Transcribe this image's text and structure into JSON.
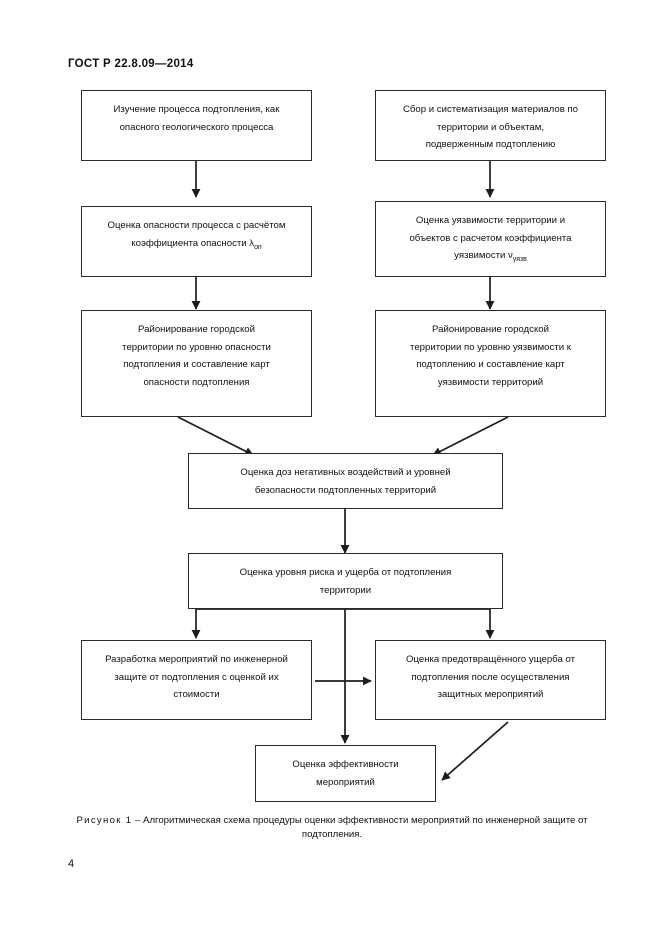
{
  "document": {
    "standard_header": "ГОСТ Р 22.8.09—2014",
    "page_number": "4"
  },
  "figure": {
    "caption_label": "Рисунок 1",
    "caption_dash": "–",
    "caption_text": "Алгоритмическая схема процедуры оценки эффективности мероприятий по инженерной защите от подтопления.",
    "caption_full": "Рисунок 1 – Алгоритмическая схема процедуры оценки эффективности мероприятий по инженерной защите от подтопления."
  },
  "flowchart": {
    "type": "flowchart",
    "stroke_color": "#2b2b2b",
    "fill_color": "#ffffff",
    "nodes": [
      {
        "id": "study-process",
        "text": "Изучение процесса подтопления, как\nопасного геологического процесса"
      },
      {
        "id": "collect-materials",
        "text": "Сбор и систематизация материалов по\nтерритории и объектам,\nподверженным подтоплению"
      },
      {
        "id": "hazard-assessment",
        "text_before": "Оценка опасности процесса с расчётом\nкоэффициента опасности λ",
        "subscript": "оп",
        "text_after": ""
      },
      {
        "id": "vulnerability-assessment",
        "text_before": "Оценка уязвимости территории и\nобъектов с расчетом коэффициента\nуязвимости ν",
        "subscript": "уязв",
        "text_after": ""
      },
      {
        "id": "hazard-zoning",
        "text": "Районирование городской\nтерритории по уровню опасности\nподтопления и составление карт\nопасности подтопления"
      },
      {
        "id": "vulnerability-zoning",
        "text": "Районирование городской\nтерритории по уровню уязвимости к\nподтоплению и составление карт\nуязвимости территорий"
      },
      {
        "id": "dose-safety-assessment",
        "text": "Оценка доз негативных воздействий и уровней\nбезопасности подтопленных территорий"
      },
      {
        "id": "risk-damage-assessment",
        "text": "Оценка уровня риска и ущерба от подтопления\nтерритории"
      },
      {
        "id": "protection-measures",
        "text": "Разработка мероприятий по инженерной\nзащите от подтопления с оценкой их\nстоимости"
      },
      {
        "id": "prevented-damage",
        "text": "Оценка предотвращённого ущерба от\nподтопления после осуществления\nзащитных мероприятий"
      },
      {
        "id": "effectiveness-assessment",
        "text": "Оценка эффективности\nмероприятий"
      }
    ]
  }
}
